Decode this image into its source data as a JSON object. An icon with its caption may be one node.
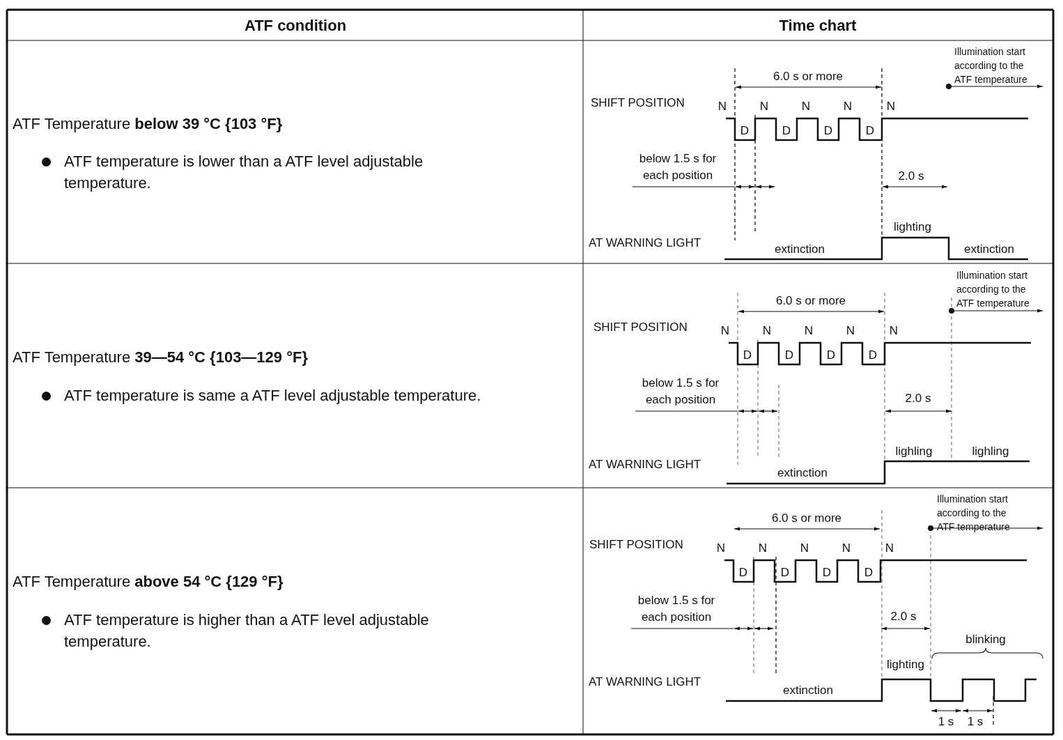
{
  "diagram": {
    "labels": [
      "ATF condition",
      "Time chart",
      "ATF Temperature **below 39 °C {103 °F}**",
      "ATF temperature is lower than a ATF level adjustable temperature.",
      "Illumination start according to the ATF temperature",
      "6.0 s or more",
      "SHIFT POSITION",
      "N",
      "N",
      "N",
      "N",
      "N",
      "D",
      "D",
      "D",
      "D",
      "below 1.5 s for each position",
      "2.0 s",
      "lighting",
      "AT WARNING LIGHT",
      "extinction",
      "extinction",
      "ATF Temperature **39—54 °C {103—129 °F}**",
      "ATF temperature is same a ATF level adjustable temperature.",
      "Illumination start according to the ATF temperature",
      "6.0 s or more",
      "SHIFT POSITION",
      "N",
      "N",
      "N",
      "N",
      "N",
      "D",
      "D",
      "D",
      "D",
      "below 1.5 s for each position",
      "2.0 s",
      "lighling",
      "lighling",
      "AT WARNING LIGHT",
      "extinction",
      "ATF Temperature **above 54 °C {129 °F}**",
      "ATF temperature is higher than a ATF level adjustable temperature.",
      "Illumination start according to the ATF temperature",
      "6.0 s or more",
      "SHIFT POSITION",
      "N",
      "N",
      "N",
      "N",
      "N",
      "D",
      "D",
      "D",
      "D",
      "below 1.5 s for each position",
      "2.0 s",
      "blinking",
      "lighting",
      "AT WARNING LIGHT",
      "extinction",
      "1 s",
      "1 s"
    ]
  }
}
